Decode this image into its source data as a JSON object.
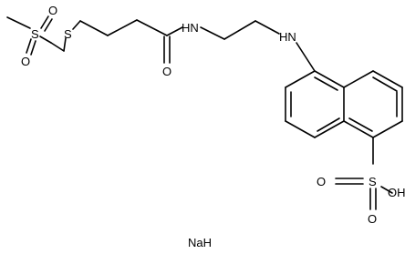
{
  "molecule": {
    "atoms": {
      "s_sulfonyl": "S",
      "o_sulfonyl_top": "O",
      "o_sulfonyl_bottom": "O",
      "s_thio": "S",
      "n_amide": "H​N",
      "o_carbonyl": "O",
      "n_amine": "H​N",
      "s_sulfonic": "S",
      "o_sulfonic_left": "O",
      "o_sulfonic_bottom": "O",
      "oh_sulfonic": "OH"
    },
    "counterion": "NaH",
    "colors": {
      "bond": "#000000",
      "label": "#000000",
      "background": "#ffffff"
    }
  }
}
